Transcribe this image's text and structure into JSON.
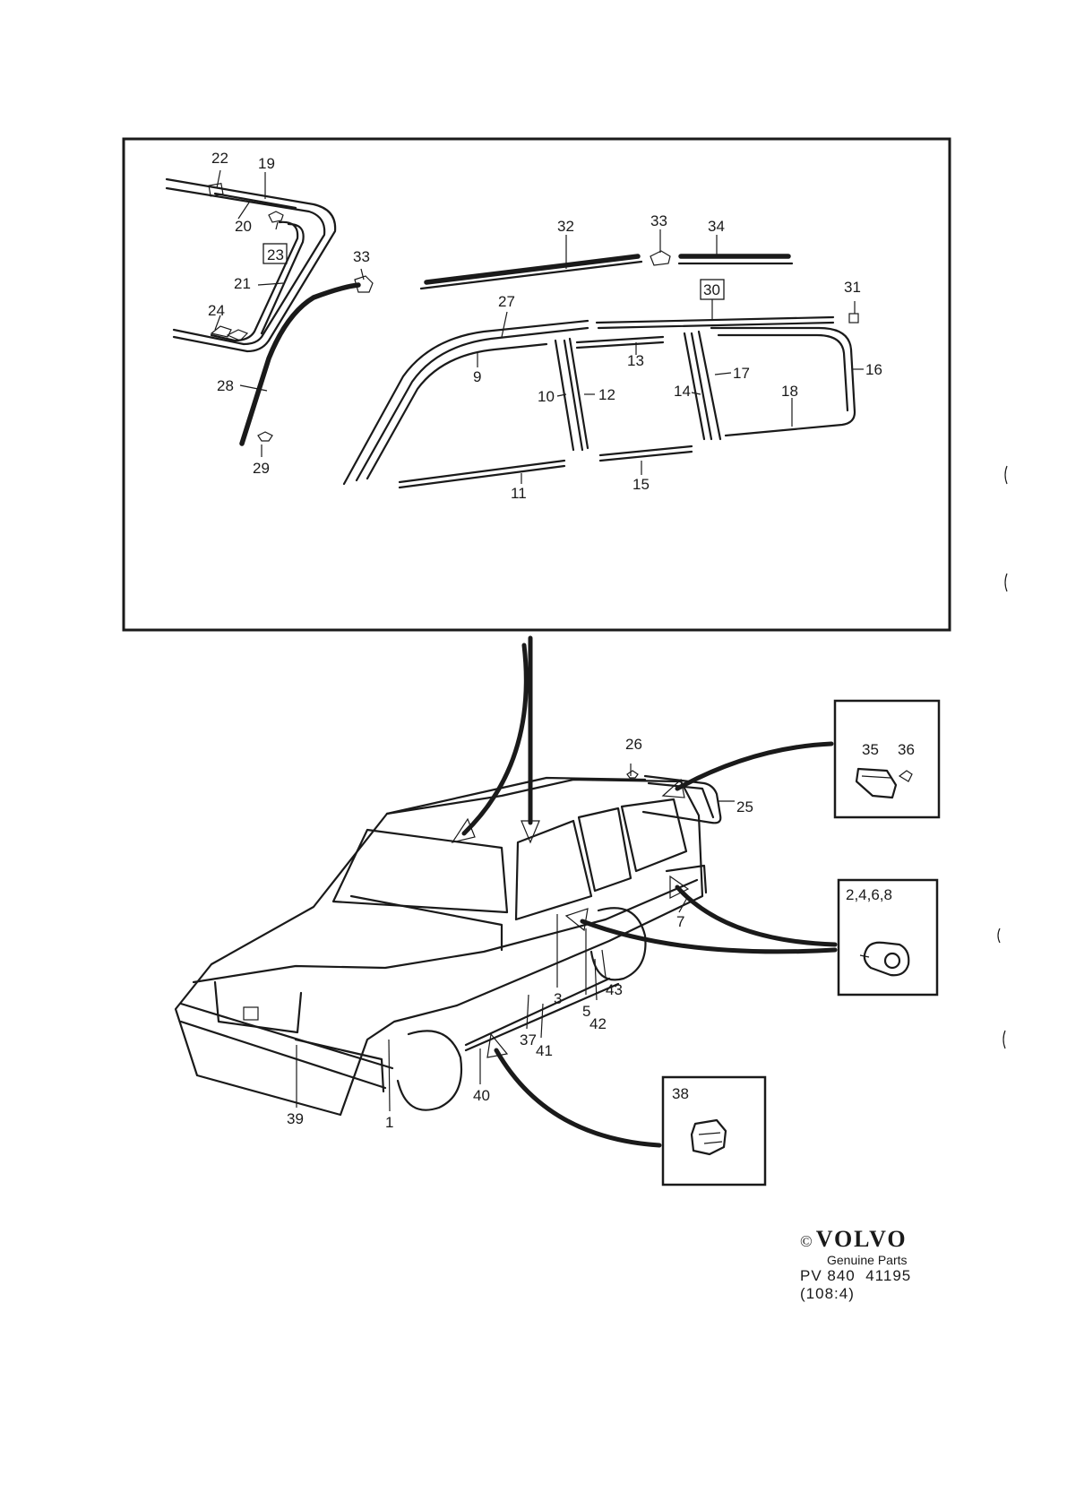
{
  "callouts": {
    "c1": "1",
    "c3": "3",
    "c5": "5",
    "c7": "7",
    "c9": "9",
    "c10": "10",
    "c11": "11",
    "c12": "12",
    "c13": "13",
    "c14": "14",
    "c15": "15",
    "c16": "16",
    "c17": "17",
    "c18": "18",
    "c19": "19",
    "c20": "20",
    "c21": "21",
    "c22": "22",
    "c23": "23",
    "c24": "24",
    "c25": "25",
    "c26": "26",
    "c27": "27",
    "c28": "28",
    "c29": "29",
    "c30": "30",
    "c31": "31",
    "c32": "32",
    "c33a": "33",
    "c33b": "33",
    "c34": "34",
    "c35": "35",
    "c36": "36",
    "c37": "37",
    "c38": "38",
    "c39": "39",
    "c40": "40",
    "c41": "41",
    "c42": "42",
    "c43": "43",
    "c2468": "2,4,6,8"
  },
  "footer": {
    "copyright": "©",
    "brand": "VOLVO",
    "subtitle": "Genuine Parts",
    "ref_prefix": "PV 840",
    "ref_number": "41195",
    "ref_code": "(108:4)"
  }
}
